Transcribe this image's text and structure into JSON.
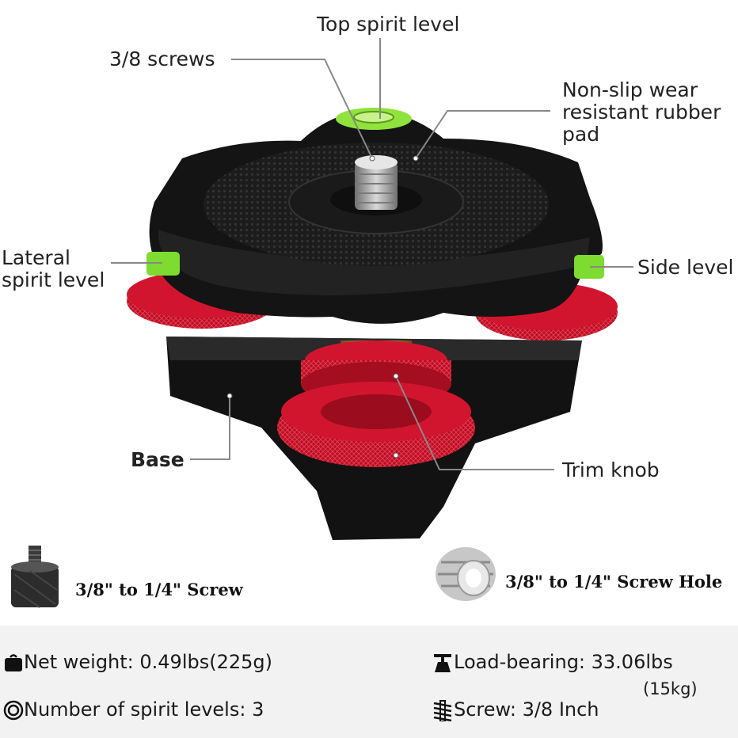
{
  "callouts": {
    "top_spirit_level": "Top spirit level",
    "screws": "3/8 screws",
    "rubber_pad": "Non-slip wear\nresistant rubber\npad",
    "lateral_spirit_level": "Lateral\nspirit level",
    "side_level": "Side level",
    "base": "Base",
    "trim_knob": "Trim knob"
  },
  "accessories": [
    {
      "label": "3/8\" to 1/4\" Screw",
      "icon": "adapter-screw-icon"
    },
    {
      "label": "3/8\" to 1/4\" Screw Hole",
      "icon": "screw-bushing-icon"
    }
  ],
  "specs": {
    "net_weight": "Net weight: 0.49lbs(225g)",
    "load_bearing": "Load-bearing: 33.06lbs",
    "load_bearing_sub": "(15kg)",
    "spirit_levels": "Number of spirit levels: 3",
    "screw": "Screw: 3/8 Inch"
  },
  "colors": {
    "body": "#151515",
    "knob": "#c8102e",
    "level": "#7ddc2f",
    "brass": "#b8853a",
    "panel": "#f2f2f2"
  }
}
